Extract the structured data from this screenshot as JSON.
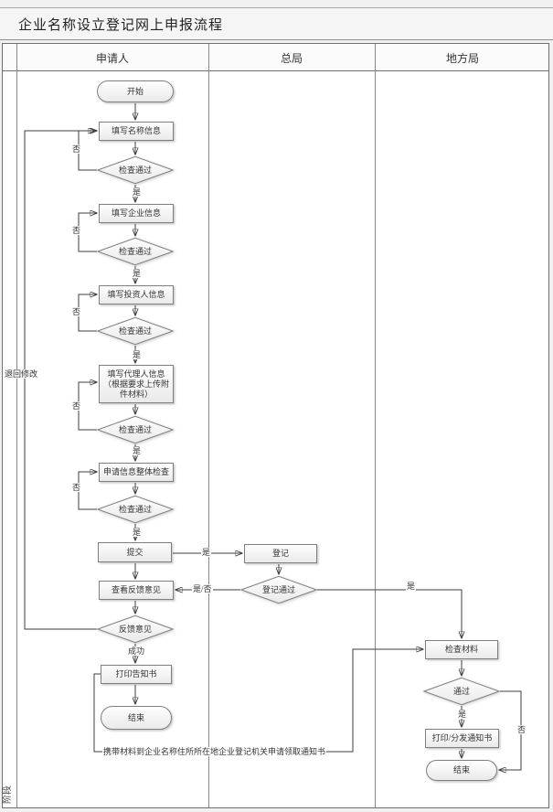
{
  "title": "企业名称设立登记网上申报流程",
  "phase": {
    "label": "阶段"
  },
  "lanes": [
    {
      "label": "申请人"
    },
    {
      "label": "总局"
    },
    {
      "label": "地方局"
    }
  ],
  "nodes": {
    "start": "开始",
    "fill_name_info": "填写名称信息",
    "check_pass": "检查通过",
    "fill_enterprise_info": "填写企业信息",
    "fill_investor_info": "填写投资人信息",
    "fill_agent_info": "填写代理人信息（根据要求上传附件材料）",
    "overall_check": "申请信息整体检查",
    "submit": "提交",
    "view_feedback": "查看反馈意见",
    "feedback": "反馈意见",
    "print_notice": "打印告知书",
    "end": "结束",
    "register": "登记",
    "register_pass": "登记通过",
    "check_materials": "检查材料",
    "pass": "通过",
    "print_distribute_notice": "打印/分发通知书"
  },
  "edge_labels": {
    "yes": "是",
    "no": "否",
    "yes_no": "是/否",
    "success": "成功",
    "return_modify": "退回修改",
    "carry_materials": "携带材料到企业名称住所所在地企业登记机关申请领取通知书"
  },
  "colors": {
    "line": "#3f3f3f",
    "node_border": "#7f7f7f",
    "node_fill_top": "#fefefe",
    "node_fill_bottom": "#eaeaea",
    "frame_border": "#6f6f6f"
  }
}
